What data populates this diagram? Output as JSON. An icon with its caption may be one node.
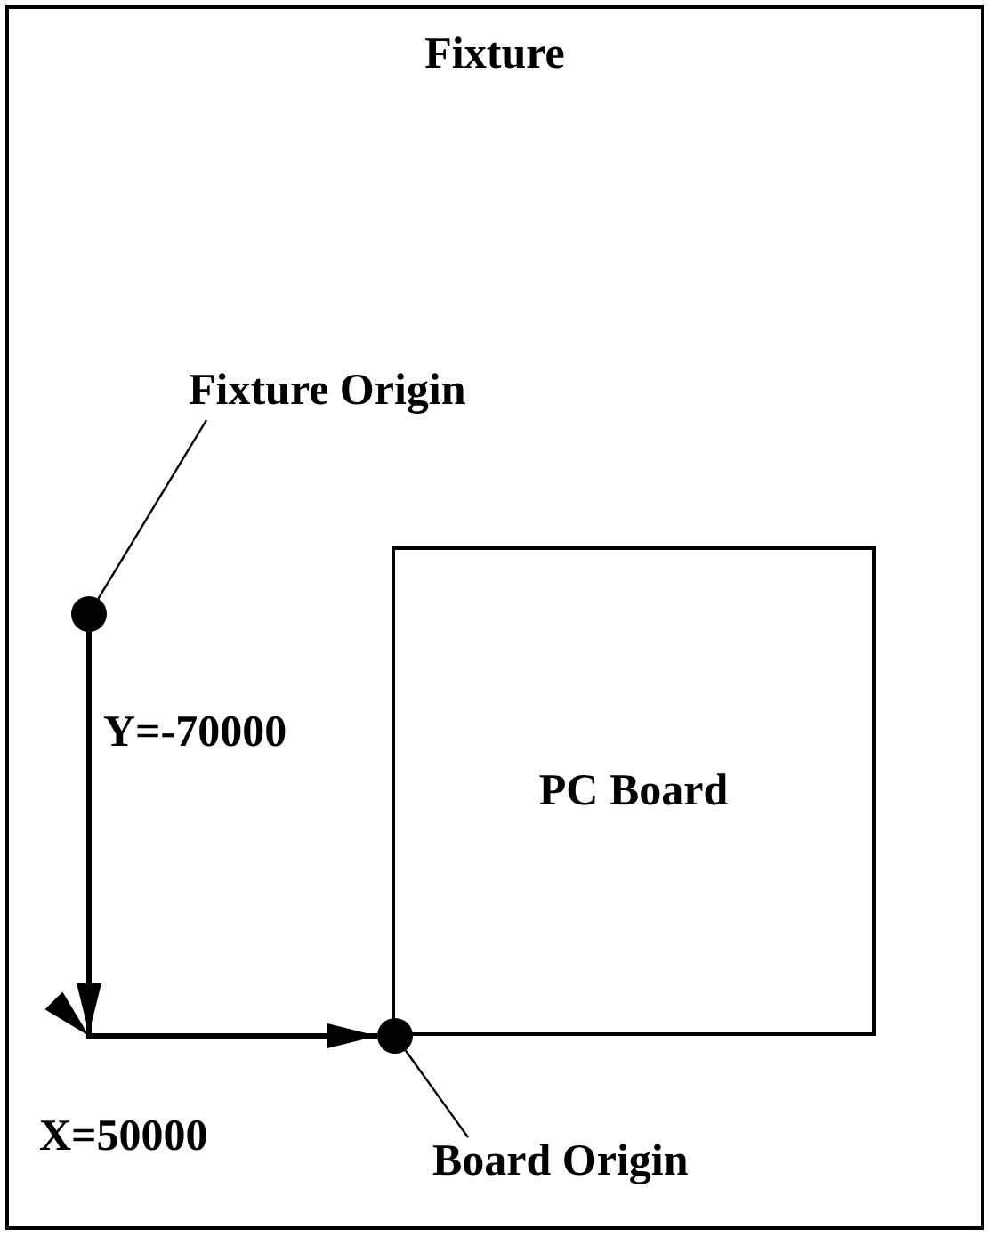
{
  "diagram": {
    "nodes": [
      {
        "text": [
          "Fixture"
        ]
      },
      {
        "text": [
          "Fixture Origin"
        ],
        "in": 0
      },
      {
        "text": [],
        "shape": "circle",
        "in": 0
      },
      {
        "text": [
          "PC Board"
        ],
        "in": 0
      },
      {
        "text": [
          "Board Origin"
        ],
        "in": 0
      },
      {
        "text": [],
        "shape": "circle",
        "in": 0
      }
    ],
    "edges": [
      {
        "from": 1,
        "to": 2,
        "arrow": "none"
      },
      {
        "from": 4,
        "to": 5,
        "arrow": "none"
      },
      {
        "from": 2,
        "to": 5,
        "arrow": "to",
        "style": "thick"
      }
    ],
    "labels": [
      "Y=-70000",
      "X=50000"
    ]
  }
}
